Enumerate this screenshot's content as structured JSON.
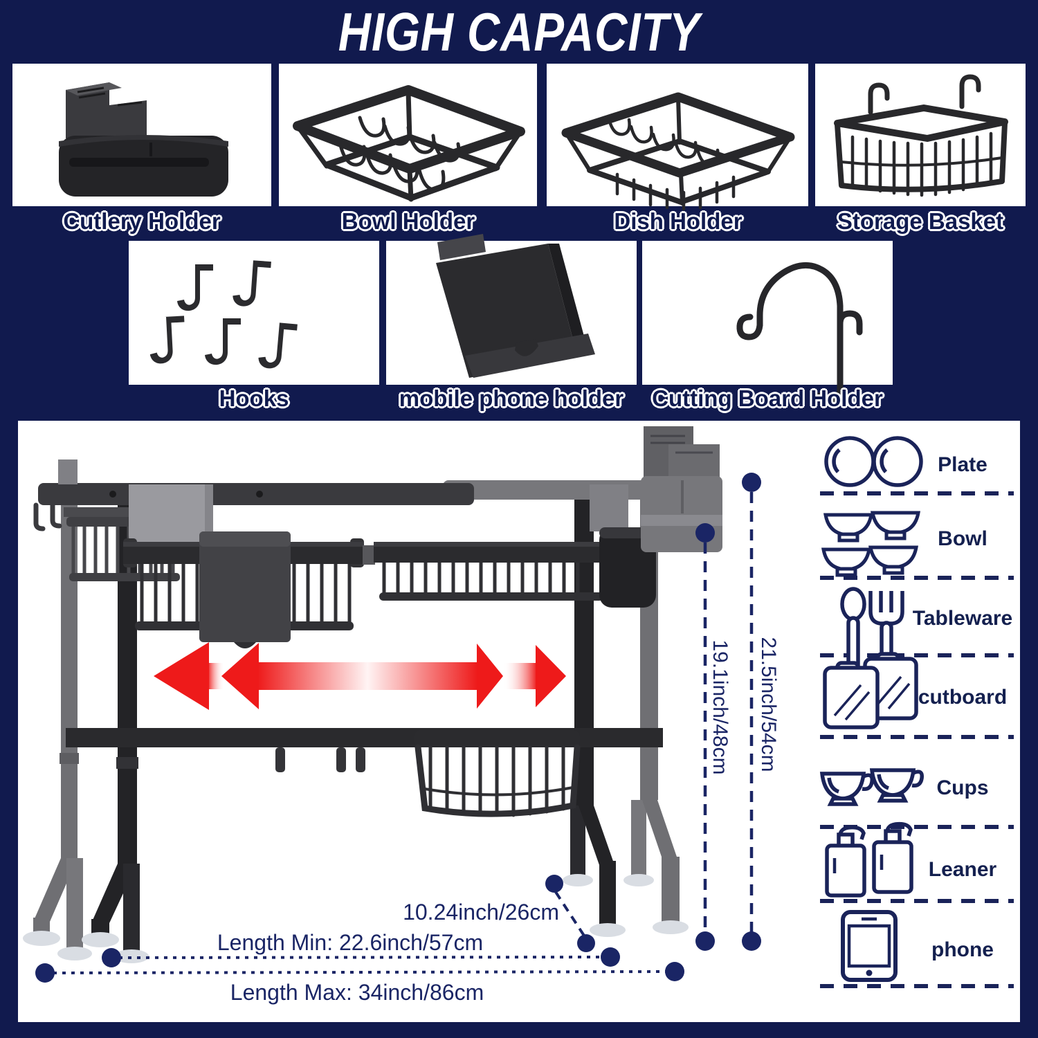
{
  "title": "HIGH CAPACITY",
  "parts": {
    "row1": [
      {
        "icon": "cutlery-holder-image",
        "label": "Cutlery Holder"
      },
      {
        "icon": "bowl-holder-image",
        "label": "Bowl Holder"
      },
      {
        "icon": "dish-holder-image",
        "label": "Dish Holder"
      },
      {
        "icon": "storage-basket-image",
        "label": "Storage Basket"
      }
    ],
    "row2": [
      {
        "icon": "hooks-image",
        "label": "Hooks"
      },
      {
        "icon": "mobile-phone-holder-image",
        "label": "mobile phone holder"
      },
      {
        "icon": "cutting-board-holder-image",
        "label": "Cutting Board Holder"
      }
    ]
  },
  "diagram": {
    "dimensions": {
      "inner_height": "19.1inch/48cm",
      "overall_height": "21.5inch/54cm",
      "depth": "10.24inch/26cm",
      "length_min": "Length Min: 22.6inch/57cm",
      "length_max": "Length Max: 34inch/86cm"
    },
    "capacity_list": [
      {
        "icon": "plate-icon",
        "label": "Plate"
      },
      {
        "icon": "bowl-icon",
        "label": "Bowl"
      },
      {
        "icon": "tableware-icon",
        "label": "Tableware"
      },
      {
        "icon": "cutboard-icon",
        "label": "cutboard"
      },
      {
        "icon": "cups-icon",
        "label": "Cups"
      },
      {
        "icon": "leaner-icon",
        "label": "Leaner"
      },
      {
        "icon": "phone-icon",
        "label": "phone"
      }
    ]
  },
  "colors": {
    "background": "#111A4E",
    "panel": "#FFFFFF",
    "dimension_navy": "#1A2565",
    "icon_navy": "#1A2359",
    "arrow_red": "#EE1A1A",
    "rack_black": "#232326",
    "rack_gray": "#6F6F73"
  }
}
